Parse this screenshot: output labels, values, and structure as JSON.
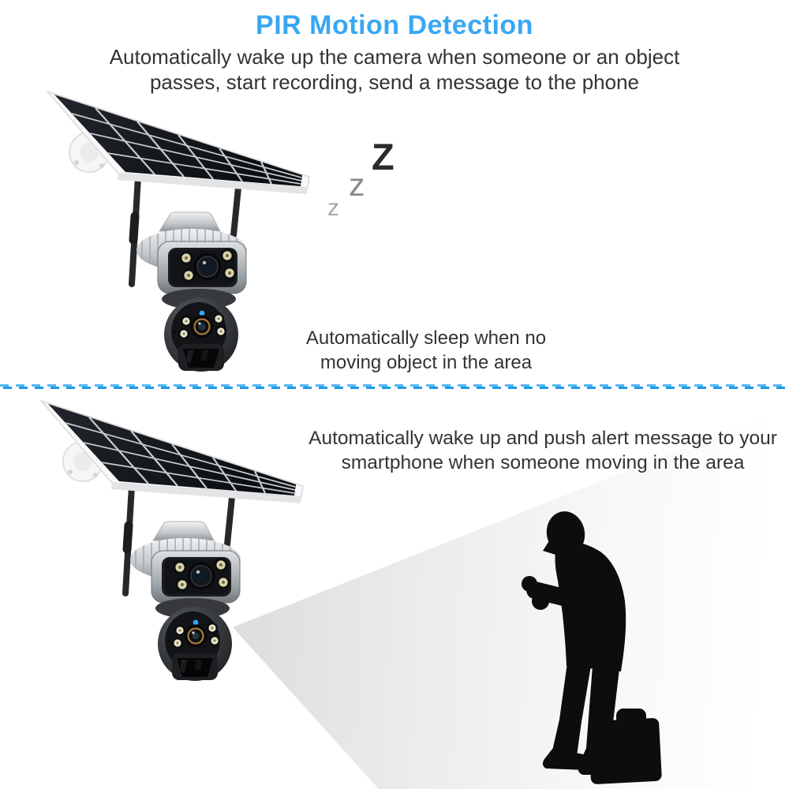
{
  "header": {
    "title": "PIR Motion Detection",
    "subtitle_line1": "Automatically wake up the camera when someone or an object",
    "subtitle_line2": "passes, start recording, send a message to the phone"
  },
  "sleep_section": {
    "z_large": "Z",
    "z_medium": "z",
    "z_small": "z",
    "caption_line1": "Automatically sleep when no",
    "caption_line2": "moving object in the area"
  },
  "wake_section": {
    "caption_line1": "Automatically wake up and push alert message to your",
    "caption_line2": "smartphone when someone moving in the area"
  },
  "figures": {
    "camera_top": "solar-panel dual-lens PTZ security camera (sleeping)",
    "camera_bottom": "solar-panel dual-lens PTZ security camera (detecting)",
    "person": "silhouette of man looking at phone with suitcase",
    "beam": "PIR detection beam"
  },
  "colors": {
    "title_blue": "#38a7f3",
    "divider_blue": "#1d9ae8",
    "body_text": "#333333",
    "z_dark": "#2b2b2b",
    "z_gray": "#8b8b8b",
    "z_light": "#a6a6a6",
    "beam_gray": "#dcdddd",
    "silhouette_black": "#0d0d0d",
    "camera_led_cream": "#d9d3a6",
    "camera_indicator_blue": "#2fa9ec"
  }
}
